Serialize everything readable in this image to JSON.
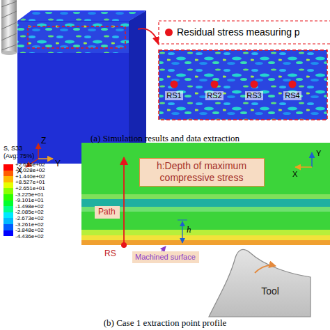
{
  "diagram": {
    "nodes": [
      {
        "text": [
          "RS1",
          "RS2",
          "RS3",
          "RS4"
        ]
      },
      {
        "text": [
          "h:Depth of maximum compressive stress"
        ]
      },
      {
        "text": [
          "Path"
        ]
      },
      {
        "text": [
          "Machined surface"
        ]
      },
      {
        "text": [
          "Tool"
        ]
      }
    ],
    "labels": [
      "Z",
      "Y",
      "X",
      "(a) Simulation results and data extraction",
      "S, S33",
      "(Avg: 75%)",
      "-4.436e+02",
      "Y",
      "X",
      "h",
      "RS",
      "(b) Case 1 extraction point profile"
    ],
    "legend": [
      {
        "text": "Residual stress measuring p",
        "color": "#e8141b"
      },
      {
        "text": "+2.615e+02",
        "color": "#ff0000"
      },
      {
        "text": "+2.028e+02",
        "color": "#ff5d00"
      },
      {
        "text": "+1.440e+02",
        "color": "#ffb900"
      },
      {
        "text": "+8.527e+01",
        "color": "#e6ff00"
      },
      {
        "text": "+2.651e+01",
        "color": "#8bff00"
      },
      {
        "text": "-3.225e+01",
        "color": "#2eff00"
      },
      {
        "text": "-9.101e+01",
        "color": "#00ff2e"
      },
      {
        "text": "-1.498e+02",
        "color": "#00ff8b"
      },
      {
        "text": "-2.085e+02",
        "color": "#00e8ff"
      },
      {
        "text": "-2.673e+02",
        "color": "#00b9ff"
      },
      {
        "text": "-3.261e+02",
        "color": "#005dff"
      },
      {
        "text": "-3.848e+02",
        "color": "#0000ff"
      }
    ]
  }
}
